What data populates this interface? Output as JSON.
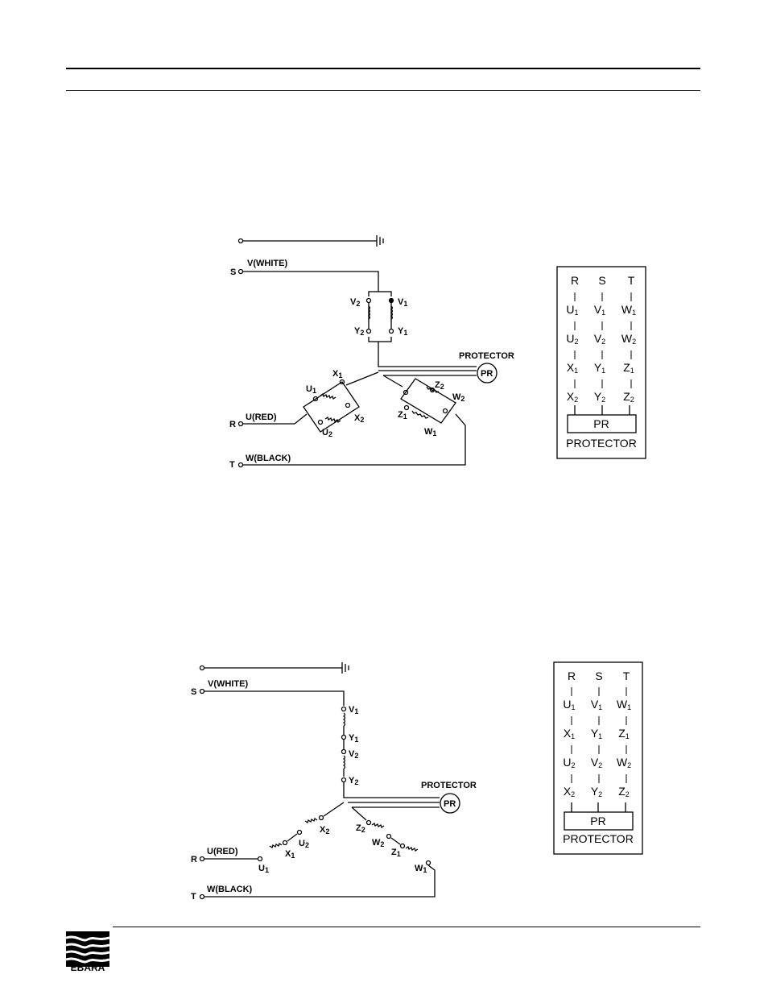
{
  "diagram1": {
    "terminal_s": "S",
    "terminal_r": "R",
    "terminal_t": "T",
    "wire_v": "V(WHITE)",
    "wire_u": "U(RED)",
    "wire_w": "W(BLACK)",
    "protector_title": "PROTECTOR",
    "pr": "PR",
    "coil_labels": {
      "v2": "V",
      "v1": "V",
      "y2": "Y",
      "y1": "Y",
      "x1": "X",
      "u1": "U",
      "x2": "X",
      "u2": "U",
      "z2": "Z",
      "w2": "W",
      "z1": "Z",
      "w1": "W"
    },
    "subs": {
      "one": "1",
      "two": "2"
    },
    "table": {
      "headers": [
        "R",
        "S",
        "T"
      ],
      "rows": [
        [
          [
            "U",
            "1"
          ],
          [
            "V",
            "1"
          ],
          [
            "W",
            "1"
          ]
        ],
        [
          [
            "U",
            "2"
          ],
          [
            "V",
            "2"
          ],
          [
            "W",
            "2"
          ]
        ],
        [
          [
            "X",
            "1"
          ],
          [
            "Y",
            "1"
          ],
          [
            "Z",
            "1"
          ]
        ],
        [
          [
            "X",
            "2"
          ],
          [
            "Y",
            "2"
          ],
          [
            "Z",
            "2"
          ]
        ]
      ],
      "pr": "PR",
      "caption": "PROTECTOR"
    }
  },
  "diagram2": {
    "terminal_s": "S",
    "terminal_r": "R",
    "terminal_t": "T",
    "wire_v": "V(WHITE)",
    "wire_u": "U(RED)",
    "wire_w": "W(BLACK)",
    "protector_title": "PROTECTOR",
    "pr": "PR",
    "table": {
      "headers": [
        "R",
        "S",
        "T"
      ],
      "rows": [
        [
          [
            "U",
            "1"
          ],
          [
            "V",
            "1"
          ],
          [
            "W",
            "1"
          ]
        ],
        [
          [
            "X",
            "1"
          ],
          [
            "Y",
            "1"
          ],
          [
            "Z",
            "1"
          ]
        ],
        [
          [
            "U",
            "2"
          ],
          [
            "V",
            "2"
          ],
          [
            "W",
            "2"
          ]
        ],
        [
          [
            "X",
            "2"
          ],
          [
            "Y",
            "2"
          ],
          [
            "Z",
            "2"
          ]
        ]
      ],
      "pr": "PR",
      "caption": "PROTECTOR"
    }
  },
  "footer": {
    "logo_text": "EBARA"
  }
}
